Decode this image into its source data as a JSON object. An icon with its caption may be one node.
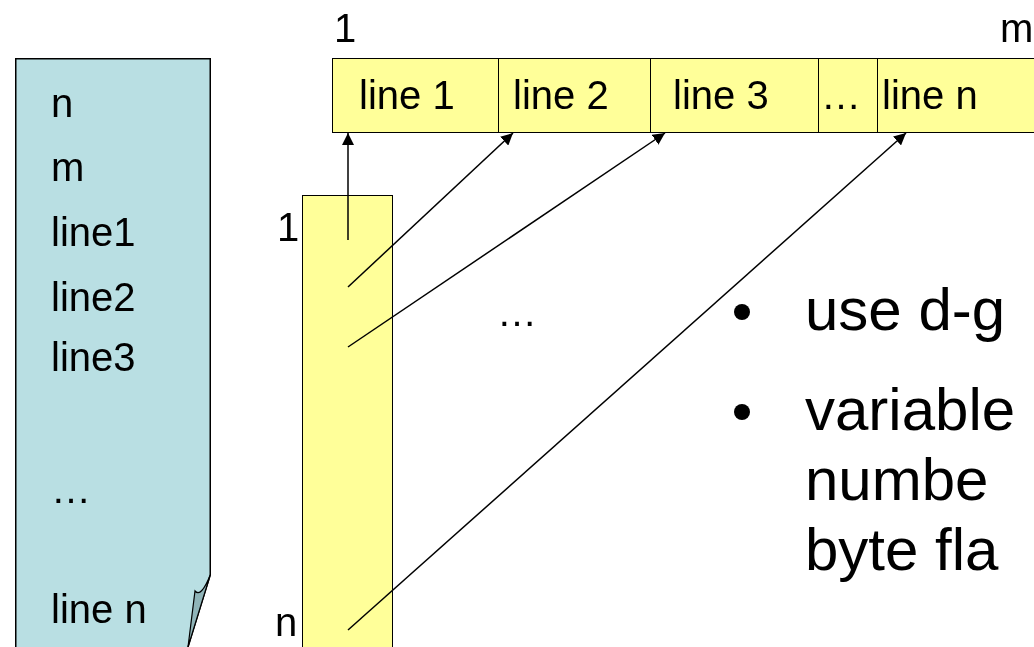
{
  "diagram": {
    "nodes": [
      {
        "text": [
          "n",
          "m",
          "line1",
          "line2",
          "line3",
          "…",
          "line n"
        ]
      },
      {
        "text": [
          "line 1"
        ],
        "beside": [
          "1"
        ]
      },
      {
        "text": [
          "line 2"
        ]
      },
      {
        "text": [
          "line 3"
        ]
      },
      {
        "text": [
          "…"
        ]
      },
      {
        "text": [
          "line n"
        ],
        "beside": [
          "m"
        ]
      },
      {
        "text": [],
        "shape": "bar",
        "beside": [
          "1",
          "n"
        ]
      }
    ],
    "edges": [
      {
        "from": 6,
        "to": 1,
        "arrow": "to"
      },
      {
        "from": 6,
        "to": 2,
        "arrow": "to"
      },
      {
        "from": 6,
        "to": 3,
        "arrow": "to"
      },
      {
        "from": 6,
        "to": 5,
        "arrow": "to"
      }
    ],
    "labels": [
      "…",
      "use d-g",
      "variable numbe byte fla"
    ]
  }
}
